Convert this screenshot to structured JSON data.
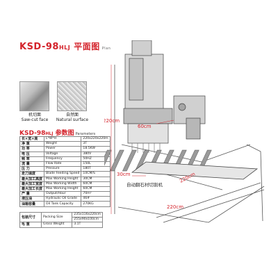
{
  "title": {
    "model": "KSD-98",
    "suffix": "HLJ",
    "cn": "平面图",
    "en": "Plan"
  },
  "samples": [
    {
      "cn": "机切面",
      "en": "Saw-cut face"
    },
    {
      "cn": "自然面",
      "en": "Natural surface"
    }
  ],
  "spec": {
    "model": "KSD-98",
    "suffix": "HLJ",
    "cn": "参数图",
    "en": "Parameters",
    "rows": [
      {
        "k": "长×宽×高",
        "n": "L*W*H",
        "v": "220x220x220m"
      },
      {
        "k": "净 重",
        "n": "Weight",
        "v": "3T"
      },
      {
        "k": "功 率",
        "n": "Power",
        "v": "18.5KW"
      },
      {
        "k": "电 压",
        "n": "Voltage",
        "v": "380V"
      },
      {
        "k": "频 率",
        "n": "Frequency",
        "v": "50HZ"
      },
      {
        "k": "流 量",
        "n": "Flow Rate",
        "v": "150L"
      },
      {
        "k": "压 力",
        "n": "Pressure",
        "v": "180T"
      },
      {
        "k": "走刀速度",
        "n": "Blade Feeding Speed",
        "v": "10CM/S"
      },
      {
        "k": "最大加工高度",
        "n": "Max Working Height",
        "v": "30CM"
      },
      {
        "k": "最大加工宽度",
        "n": "Max Working Width",
        "v": "60CM"
      },
      {
        "k": "最大加工长度",
        "n": "Max Working Height",
        "v": "60CM"
      },
      {
        "k": "产 量",
        "n": "Output/Hour",
        "v": "70m²"
      },
      {
        "k": "液压油",
        "n": "Hydraulic Oil Grade",
        "v": "46#"
      },
      {
        "k": "油箱容量",
        "n": "Oil Tank Capacity",
        "v": "270KG"
      }
    ],
    "packing": [
      {
        "k": "包装尺寸",
        "n": "Packing Size",
        "v": "235x116x220cm",
        "v2": "255x90x100cm"
      },
      {
        "k": "毛 重",
        "n": "Gross Weight",
        "v": "3.1T"
      }
    ]
  },
  "machine": {
    "label": "自动翻石材切割机",
    "dims": {
      "height": "220cm",
      "left": "30cm",
      "mid": "60cm",
      "diag": "220cm",
      "bottom": "220cm"
    }
  }
}
